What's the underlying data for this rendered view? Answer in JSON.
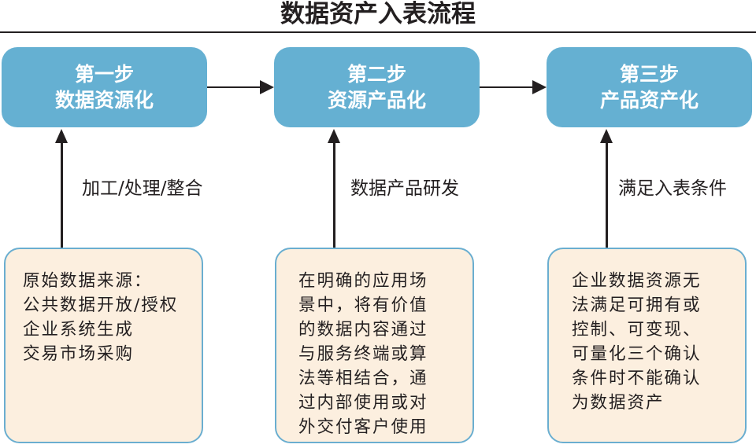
{
  "title": "数据资产入表流程",
  "steps": [
    {
      "step": "第一步",
      "name": "数据资源化"
    },
    {
      "step": "第二步",
      "name": "资源产品化"
    },
    {
      "step": "第三步",
      "name": "产品资产化"
    }
  ],
  "transitions": [
    "加工/处理/整合",
    "数据产品研发",
    "满足入表条件"
  ],
  "cards": [
    {
      "lines": [
        "原始数据来源：",
        "公共数据开放/授权",
        "企业系统生成",
        "交易市场采购"
      ]
    },
    {
      "lines": [
        "在明确的应用场",
        "景中，将有价值",
        "的数据内容通过",
        "与服务终端或算",
        "法等相结合，通",
        "过内部使用或对",
        "外交付客户使用"
      ]
    },
    {
      "lines": [
        "企业数据资源无",
        "法满足可拥有或",
        "控制、可变现、",
        "可量化三个确认",
        "条件时不能确认",
        "为数据资产"
      ]
    }
  ],
  "colors": {
    "step_fill": "#65b0d2",
    "card_fill": "#fcefdf",
    "card_border": "#6aaed0"
  }
}
